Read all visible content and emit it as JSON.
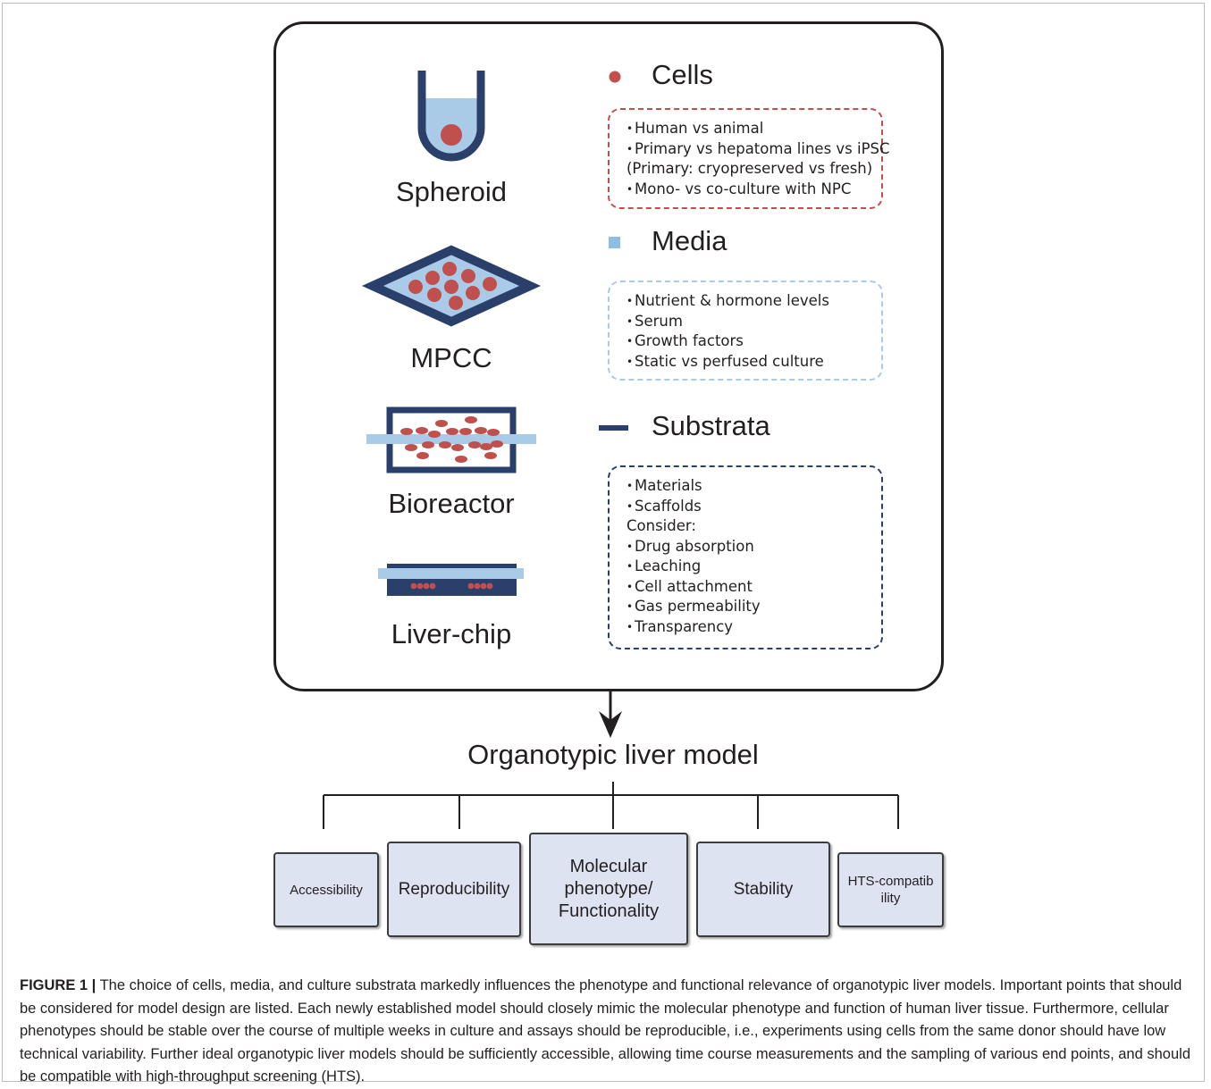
{
  "models": [
    "Spheroid",
    "MPCC",
    "Bioreactor",
    "Liver-chip"
  ],
  "factors": [
    {
      "title": "Cells",
      "color": "#c0504d",
      "items": [
        {
          "text": "Human vs animal",
          "bullet": true
        },
        {
          "text": "Primary vs hepatoma lines vs iPSC",
          "bullet": true
        },
        {
          "text": "(Primary: cryopreserved vs fresh)",
          "bullet": false
        },
        {
          "text": "Mono- vs co-culture with NPC",
          "bullet": true
        }
      ]
    },
    {
      "title": "Media",
      "color": "#8fbce3",
      "items": [
        {
          "text": "Nutrient & hormone levels",
          "bullet": true
        },
        {
          "text": "Serum",
          "bullet": true
        },
        {
          "text": "Growth factors",
          "bullet": true
        },
        {
          "text": "Static vs perfused culture",
          "bullet": true
        }
      ]
    },
    {
      "title": "Substrata",
      "color": "#2b3f6b",
      "items": [
        {
          "text": "Materials",
          "bullet": true
        },
        {
          "text": "Scaffolds",
          "bullet": true
        },
        {
          "text": "Consider:",
          "bullet": false
        },
        {
          "text": "Drug absorption",
          "bullet": true
        },
        {
          "text": "Leaching",
          "bullet": true
        },
        {
          "text": "Cell attachment",
          "bullet": true
        },
        {
          "text": "Gas permeability",
          "bullet": true
        },
        {
          "text": "Transparency",
          "bullet": true
        }
      ]
    }
  ],
  "result_title": "Organotypic liver model",
  "outcomes": [
    "Accessibility",
    "Reproducibility",
    "Molecular phenotype/ Functionality",
    "Stability",
    "HTS-compatibility"
  ],
  "caption": {
    "label": "FIGURE 1 |",
    "text": " The choice of cells, media, and culture substrata markedly influences the phenotype and functional relevance of organotypic liver models. Important points that should be considered for model design are listed. Each newly established model should closely mimic the molecular phenotype and function of human liver tissue. Furthermore, cellular phenotypes should be stable over the course of multiple weeks in culture and assays should be reproducible, i.e., experiments using cells from the same donor should have low technical variability. Further ideal organotypic liver models should be sufficiently accessible, allowing time course measurements and the sampling of various end points, and should be compatible with high-throughput screening (HTS)."
  },
  "colors": {
    "cell_red": "#c0504d",
    "media_blue": "#a9cbe8",
    "substrata_navy": "#2b3f6b",
    "outcome_fill": "#dde3f1"
  }
}
